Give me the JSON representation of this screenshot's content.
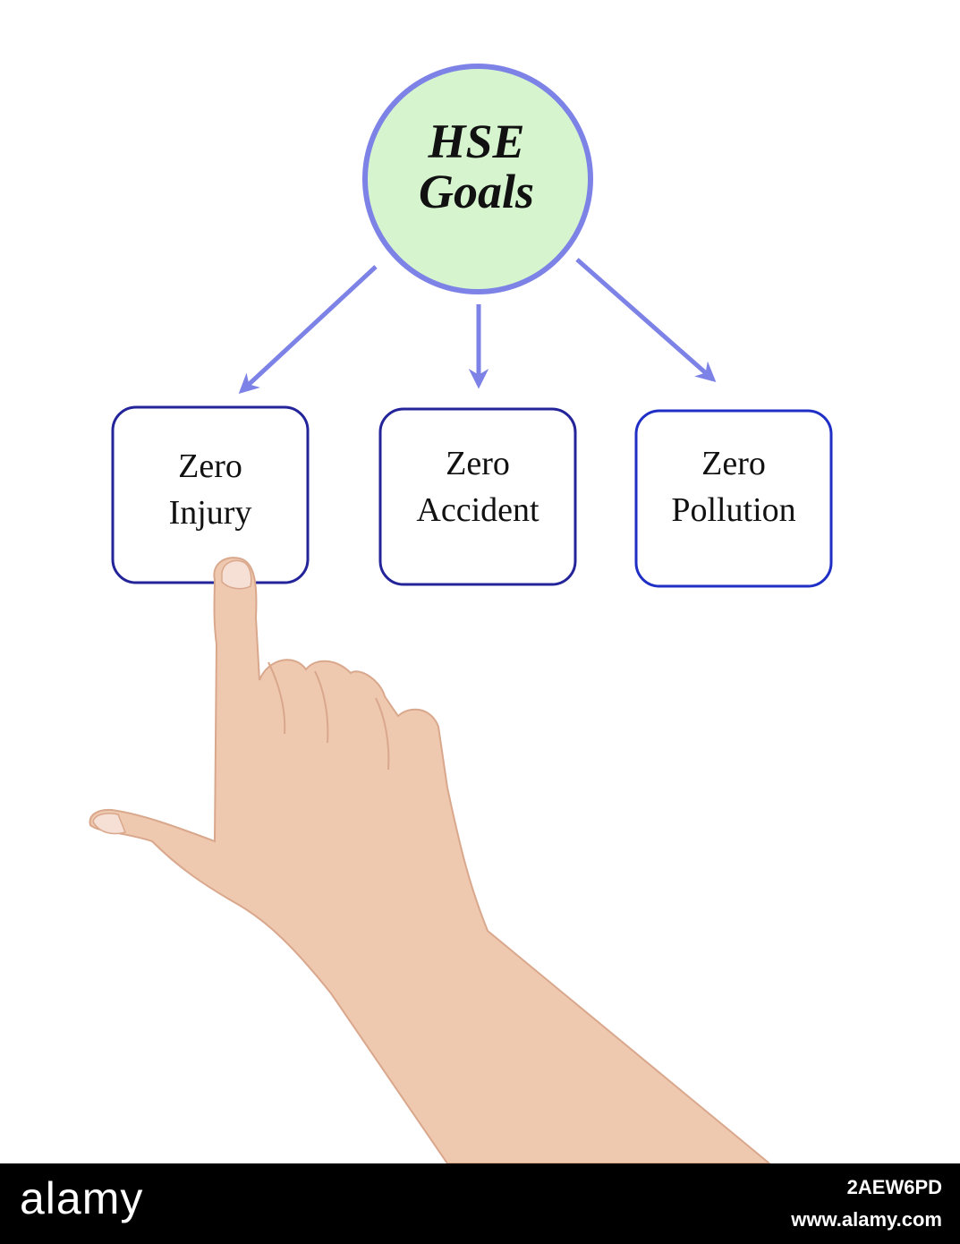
{
  "diagram": {
    "hub": {
      "line1": "HSE",
      "line2": "Goals"
    },
    "boxes": [
      {
        "line1": "Zero",
        "line2": "Injury"
      },
      {
        "line1": "Zero",
        "line2": "Accident"
      },
      {
        "line1": "Zero",
        "line2": "Pollution"
      }
    ]
  },
  "colors": {
    "hub_fill": "#d6f5cf",
    "hub_stroke": "#7d82e6",
    "arrow": "#7d82e6",
    "box_stroke": "#23239a",
    "skin": "#efc8b0"
  },
  "watermark": {
    "logo": "alamy",
    "image_id": "2AEW6PD",
    "url": "www.alamy.com"
  }
}
